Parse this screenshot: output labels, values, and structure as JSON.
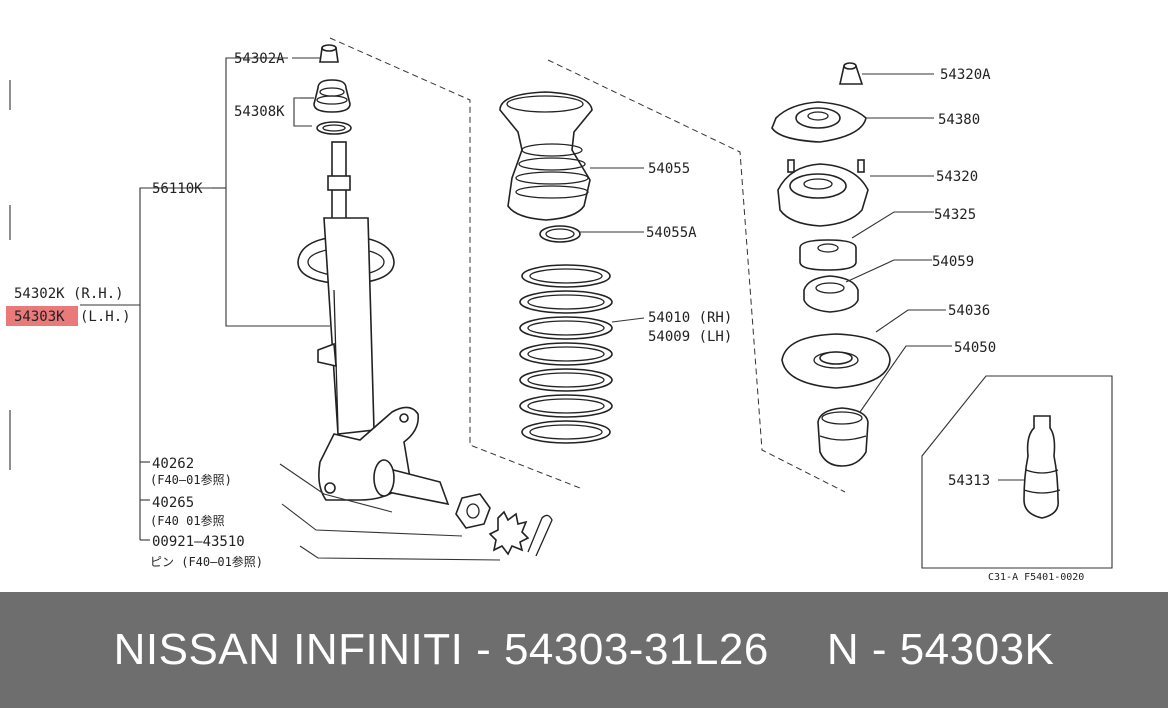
{
  "labels": {
    "p54302A": "54302A",
    "p54308K": "54308K",
    "p56110K": "56110K",
    "p54302K": "54302K (R.H.)",
    "p54303K": "54303K",
    "p54303K_side": "(L.H.)",
    "p40262": "40262",
    "p40262_ref": "(F40—01参照)",
    "p40265": "40265",
    "p40265_ref": "(F40  01参照",
    "p00921": "00921—43510",
    "p00921_ref": "ピン (F40—01参照)",
    "p54055": "54055",
    "p54055A": "54055A",
    "p54010": "54010 (RH)",
    "p54009": "54009 (LH)",
    "p54320A": "54320A",
    "p54380": "54380",
    "p54320": "54320",
    "p54325": "54325",
    "p54059": "54059",
    "p54036": "54036",
    "p54050": "54050",
    "p54313": "54313",
    "figure_code": "C31-A F5401-0020"
  },
  "footer": {
    "left": "NISSAN INFINITI - 54303-31L26",
    "right": "N - 54303K"
  },
  "colors": {
    "highlight": "#e87a7a",
    "footer_bg": "#6e6e6e",
    "footer_text": "#ffffff"
  }
}
